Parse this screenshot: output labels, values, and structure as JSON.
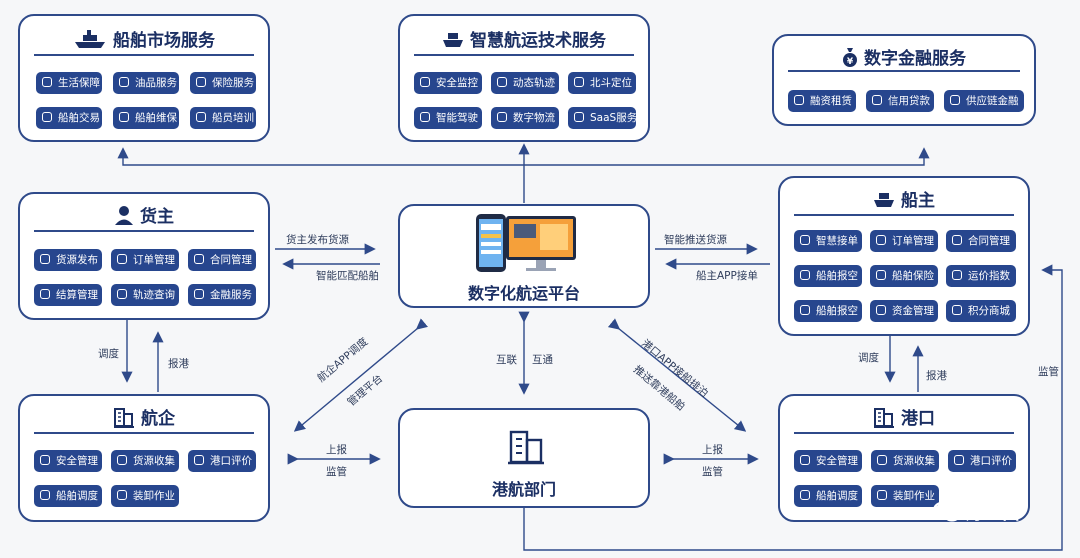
{
  "market": {
    "title": "船舶市场服务",
    "items": [
      "生活保障",
      "油品服务",
      "保险服务",
      "船舶交易",
      "船舶维保",
      "船员培训"
    ]
  },
  "tech": {
    "title": "智慧航运技术服务",
    "items": [
      "安全监控",
      "动态轨迹",
      "北斗定位",
      "智能驾驶",
      "数字物流",
      "SaaS服务"
    ]
  },
  "finance": {
    "title": "数字金融服务",
    "items": [
      "融资租赁",
      "信用贷款",
      "供应链金融"
    ]
  },
  "shipper": {
    "title": "货主",
    "items": [
      "货源发布",
      "订单管理",
      "合同管理",
      "结算管理",
      "轨迹查询",
      "金融服务"
    ]
  },
  "platform": {
    "title": "数字化航运平台"
  },
  "owner": {
    "title": "船主",
    "items": [
      "智慧接单",
      "订单管理",
      "合同管理",
      "船舶报空",
      "船舶保险",
      "运价指数",
      "船舶报空",
      "资金管理",
      "积分商城"
    ]
  },
  "shipco": {
    "title": "航企",
    "items": [
      "安全管理",
      "货源收集",
      "港口评价",
      "船舶调度",
      "装卸作业"
    ]
  },
  "port": {
    "title": "港口",
    "items": [
      "安全管理",
      "货源收集",
      "港口评价",
      "船舶调度",
      "装卸作业"
    ]
  },
  "authority": {
    "title": "港航部门"
  },
  "labels": {
    "publish": "货主发布货源",
    "match": "智能匹配船舶",
    "push": "智能推送货源",
    "owner_app": "船主APP接单",
    "dispatch_l": "调度",
    "report_l": "报港",
    "dispatch_r": "调度",
    "report_r": "报港",
    "monitor_r": "监管",
    "shipco_app": "航企APP调度",
    "mgmt_platform": "管理平台",
    "interconnect": "互联",
    "intercommunicate": "互通",
    "port_app": "港口APP接船排泊",
    "push_port": "推送靠港船舶",
    "report_up_l": "上报",
    "supervise_l": "监管",
    "report_up_r": "上报",
    "supervise_r": "监管"
  },
  "watermark": "好三由",
  "colors": {
    "accent": "#27468e",
    "border": "#2f4a8a",
    "text": "#1b2f63"
  }
}
